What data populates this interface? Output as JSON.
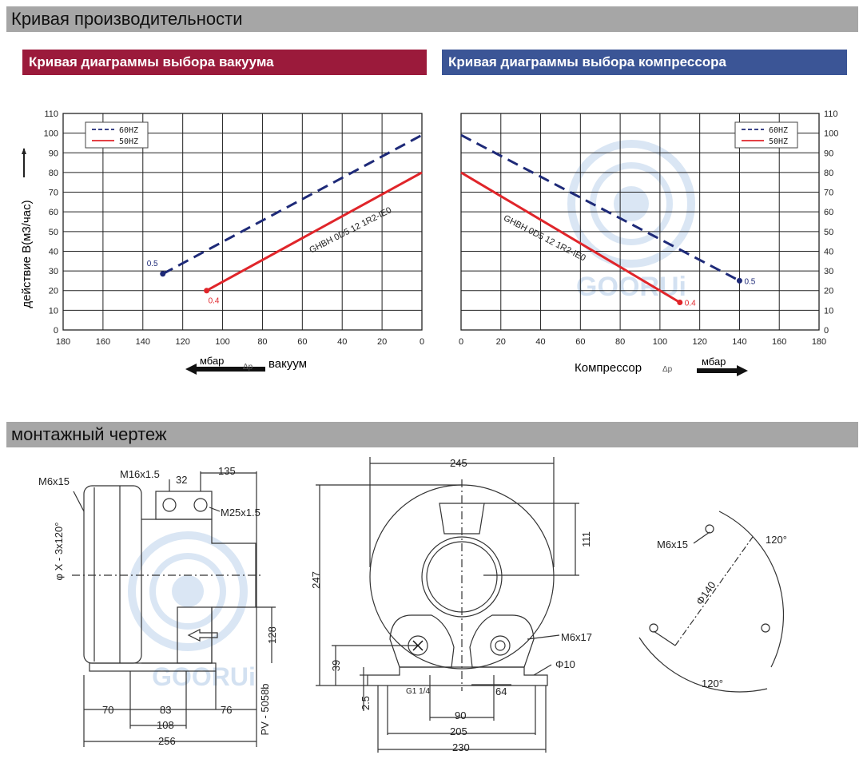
{
  "header": {
    "performance_title": "Кривая производительности",
    "mounting_title": "монтажный чертеж"
  },
  "vacuum": {
    "subtitle": "Кривая диаграммы выбора вакуума",
    "unit_label": "мбар",
    "dp_label": "Δp",
    "direction_label": "вакуум"
  },
  "compressor": {
    "subtitle": "Кривая диаграммы выбора компрессора",
    "unit_label": "мбар",
    "dp_label": "Δp",
    "direction_label": "Компрессор"
  },
  "y_axis_label": "действие В(м3/час)",
  "model_label": "GHBH 0D5 12 1R2-IE0",
  "watermark": "GOORUi",
  "colors": {
    "vacuum": "#9b1a3b",
    "compressor": "#3b5596",
    "hz60": "#1e2a78",
    "hz50": "#e0252a",
    "grid": "#222222"
  },
  "chart_data": [
    {
      "type": "line",
      "name": "vacuum",
      "x_ticks": [
        180,
        160,
        140,
        120,
        100,
        80,
        60,
        40,
        20,
        0
      ],
      "y_ticks": [
        0,
        10,
        20,
        30,
        40,
        50,
        60,
        70,
        80,
        90,
        100,
        110
      ],
      "xlim": [
        180,
        0
      ],
      "ylim": [
        0,
        110
      ],
      "grid": true,
      "legend": "top-left",
      "series": [
        {
          "name": "60HZ",
          "x": [
            130,
            0
          ],
          "y": [
            28.5,
            99
          ],
          "end_label": "0.5"
        },
        {
          "name": "50HZ",
          "x": [
            108,
            0
          ],
          "y": [
            20,
            80
          ],
          "end_label": "0.4"
        }
      ]
    },
    {
      "type": "line",
      "name": "compressor",
      "x_ticks": [
        0,
        20,
        40,
        60,
        80,
        100,
        120,
        140,
        160,
        180
      ],
      "y_ticks": [
        0,
        10,
        20,
        30,
        40,
        50,
        60,
        70,
        80,
        90,
        100,
        110
      ],
      "xlim": [
        0,
        180
      ],
      "ylim": [
        0,
        110
      ],
      "grid": true,
      "legend": "top-right",
      "series": [
        {
          "name": "60HZ",
          "x": [
            0,
            140
          ],
          "y": [
            99,
            25
          ],
          "end_label": "0.5"
        },
        {
          "name": "50HZ",
          "x": [
            0,
            110
          ],
          "y": [
            80,
            14
          ],
          "end_label": "0.4"
        }
      ]
    }
  ],
  "drawing": {
    "side": {
      "m6x15": "M6x15",
      "m16": "M16x1.5",
      "d32": "32",
      "d135": "135",
      "m25": "M25x1.5",
      "phi": "φ X - 3x120°",
      "d128": "128",
      "d70": "70",
      "d83": "83",
      "d76": "76",
      "d108": "108",
      "d256": "256",
      "pv": "PV - 5058b"
    },
    "front": {
      "d245": "245",
      "d111": "111",
      "d247": "247",
      "m6x17": "M6x17",
      "d39": "39",
      "d25": "2.5",
      "g1": "G1 1/4",
      "d64": "64",
      "d10": "Φ10",
      "d90": "90",
      "d205": "205",
      "d230": "230"
    },
    "flange": {
      "m6x15": "M6x15",
      "d140": "Φ140",
      "a1": "120°",
      "a2": "120°"
    }
  }
}
